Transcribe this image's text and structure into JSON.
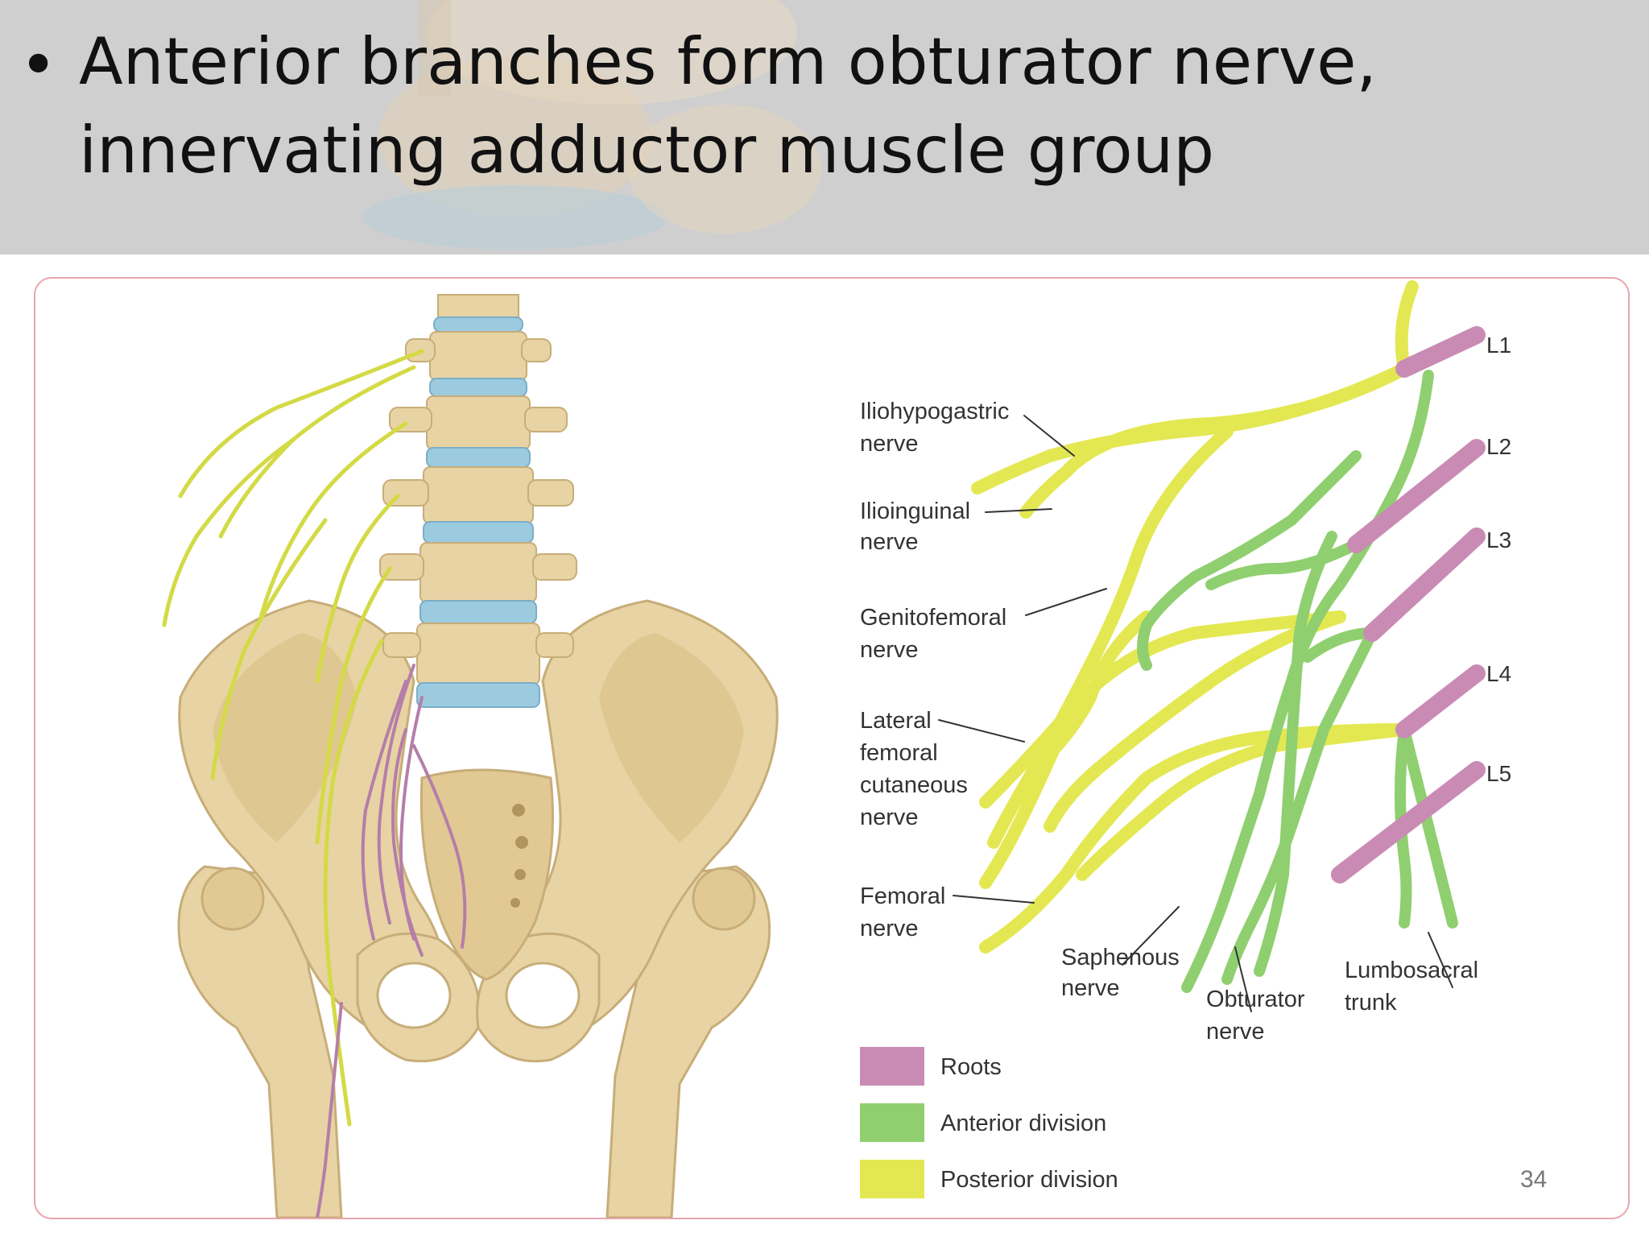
{
  "slide": {
    "bullet": "•",
    "bullet_text_line1": "Anterior branches form obturator nerve,",
    "bullet_text_line2": "innervating adductor muscle group",
    "page_number": "34"
  },
  "figure": {
    "levels": [
      "L1",
      "L2",
      "L3",
      "L4",
      "L5"
    ],
    "nerve_labels": {
      "iliohypogastric": [
        "Iliohypogastric",
        "nerve"
      ],
      "ilioinguinal": [
        "Ilioinguinal",
        "nerve"
      ],
      "genitofemoral": [
        "Genitofemoral",
        "nerve"
      ],
      "lateral_femoral_cutaneous": [
        "Lateral",
        "femoral",
        "cutaneous",
        "nerve"
      ],
      "femoral": [
        "Femoral",
        "nerve"
      ],
      "saphenous": [
        "Saphenous",
        "nerve"
      ],
      "obturator": [
        "Obturator",
        "nerve"
      ],
      "lumbosacral_trunk": [
        "Lumbosacral",
        "trunk"
      ]
    },
    "legend": [
      {
        "label": "Roots",
        "color": "#c98bb4"
      },
      {
        "label": "Anterior division",
        "color": "#8fcf6f"
      },
      {
        "label": "Posterior division",
        "color": "#e3e852"
      }
    ],
    "colors": {
      "root": "#c98bb4",
      "anterior": "#8fcf6f",
      "posterior": "#e3e852",
      "bone": "#e8d3a4",
      "disc": "#9ccbe0",
      "frame": "#e8a6ae",
      "header_bg": "#cfcfcf"
    }
  }
}
